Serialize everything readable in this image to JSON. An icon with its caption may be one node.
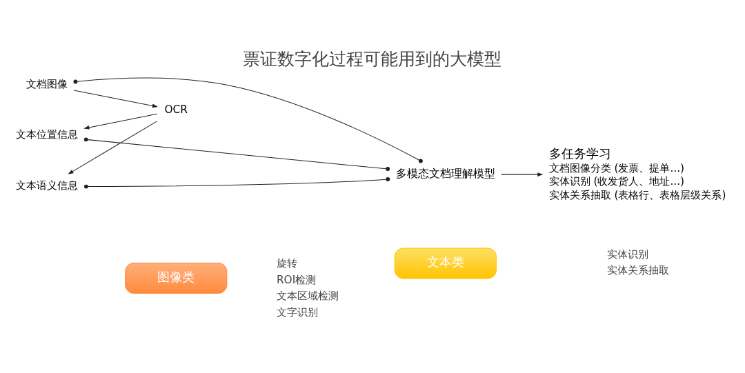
{
  "diagram": {
    "title": "票证数字化过程可能用到的大模型",
    "nodes": [
      {
        "text": [
          "文档图像"
        ]
      },
      {
        "text": [
          "OCR"
        ]
      },
      {
        "text": [
          "文本位置信息"
        ]
      },
      {
        "text": [
          "文本语义信息"
        ]
      },
      {
        "text": [
          "多模态文档理解模型"
        ]
      },
      {
        "text": [
          "多任务学习",
          "文档图像分类 (发票、提单...)",
          "实体识别 (收发货人、地址...)",
          "实体关系抽取 (表格行、表格层级关系)"
        ]
      },
      {
        "text": [
          "图像类"
        ]
      },
      {
        "text": [
          "文本类"
        ]
      }
    ],
    "edges": [
      {
        "from": 0,
        "to": 1,
        "arrow": "to"
      },
      {
        "from": 1,
        "to": 2,
        "arrow": "to"
      },
      {
        "from": 1,
        "to": 3,
        "arrow": "to"
      },
      {
        "from": 0,
        "to": 4,
        "arrow": "other"
      },
      {
        "from": 2,
        "to": 4,
        "arrow": "other"
      },
      {
        "from": 3,
        "to": 4,
        "arrow": "other"
      },
      {
        "from": 4,
        "to": 5,
        "arrow": "to"
      }
    ],
    "labels": [
      "旋转",
      "ROI检测",
      "文本区域检测",
      "文字识别",
      "实体识别",
      "实体关系抽取"
    ]
  }
}
